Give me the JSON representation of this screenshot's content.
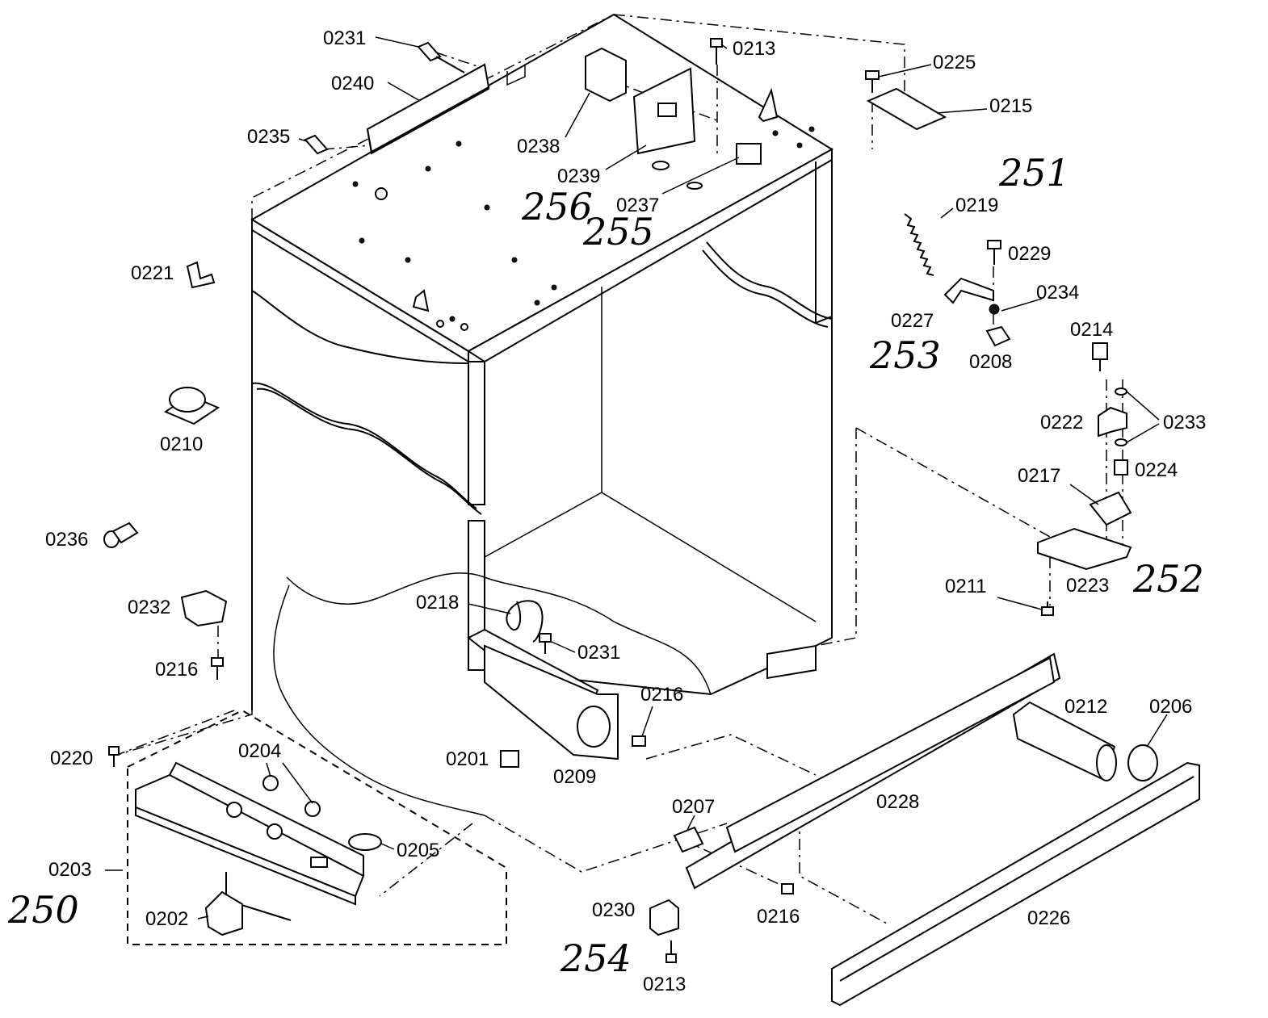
{
  "labels": {
    "p0231a": "0231",
    "p0240": "0240",
    "p0235": "0235",
    "p0213a": "0213",
    "p0238": "0238",
    "p0239": "0239",
    "p0237": "0237",
    "p0225": "0225",
    "p0215": "0215",
    "p0219": "0219",
    "p0229": "0229",
    "p0234": "0234",
    "p0227": "0227",
    "p0208": "0208",
    "p0214": "0214",
    "p0222": "0222",
    "p0233": "0233",
    "p0224": "0224",
    "p0217": "0217",
    "p0223": "0223",
    "p0211": "0211",
    "p0221": "0221",
    "p0210": "0210",
    "p0236": "0236",
    "p0232": "0232",
    "p0216a": "0216",
    "p0218": "0218",
    "p0231b": "0231",
    "p0216b": "0216",
    "p0220": "0220",
    "p0204": "0204",
    "p0201": "0201",
    "p0209": "0209",
    "p0205": "0205",
    "p0203": "0203",
    "p0202": "0202",
    "p0212": "0212",
    "p0206": "0206",
    "p0228": "0228",
    "p0207": "0207",
    "p0216c": "0216",
    "p0230": "0230",
    "p0213b": "0213",
    "p0226": "0226"
  },
  "handwritten": {
    "h250": "250",
    "h251": "251",
    "h252": "252",
    "h253": "253",
    "h254": "254",
    "h255": "255",
    "h256": "256"
  }
}
